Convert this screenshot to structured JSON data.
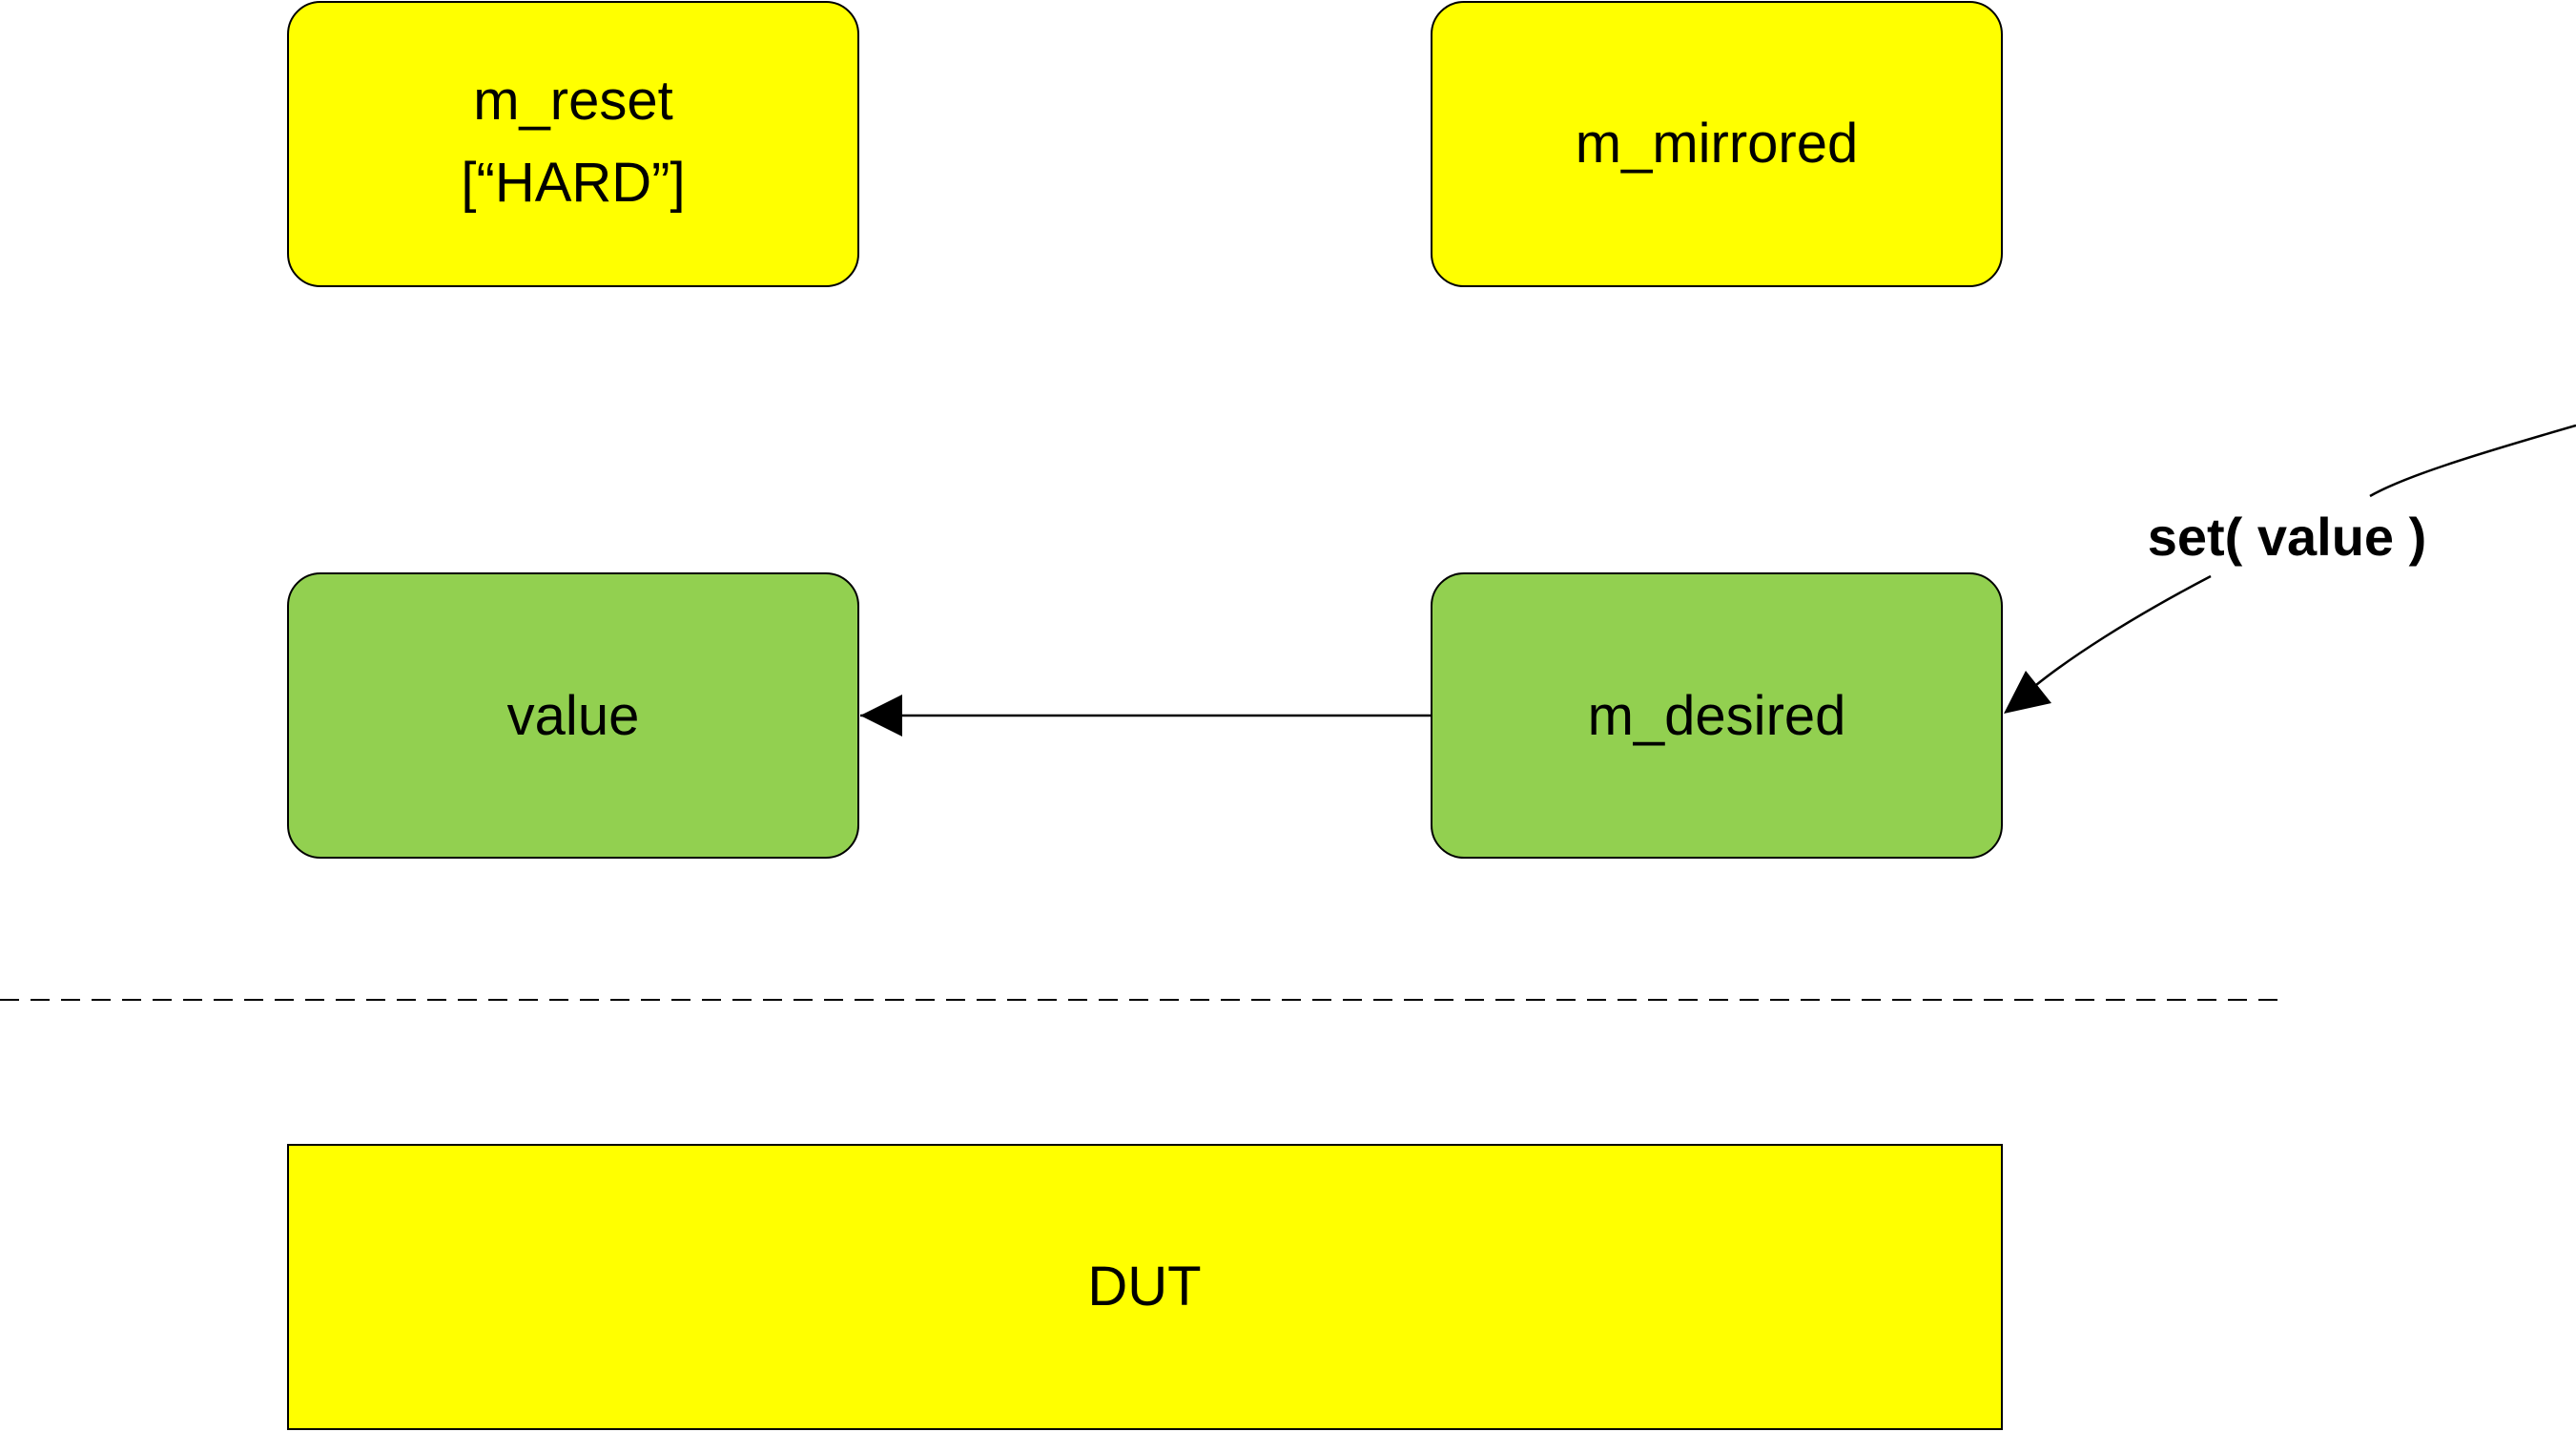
{
  "colors": {
    "yellow": "#FFFF00",
    "green": "#92D050",
    "stroke": "#000000",
    "background": "#FFFFFF"
  },
  "boxes": {
    "m_reset": {
      "line1": "m_reset",
      "line2": "[“HARD”]"
    },
    "m_mirrored": {
      "label": "m_mirrored"
    },
    "value": {
      "label": "value"
    },
    "m_desired": {
      "label": "m_desired"
    },
    "dut": {
      "label": "DUT"
    }
  },
  "arrows": {
    "set_call": {
      "label": "set( value )"
    }
  }
}
